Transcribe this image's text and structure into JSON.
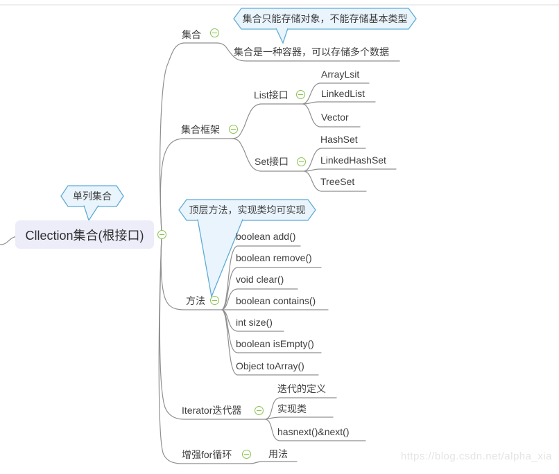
{
  "root": {
    "label": "Cllection集合(根接口)"
  },
  "callouts": {
    "storage": "集合只能存储对象，不能存储基本类型",
    "single": "单列集合",
    "top_methods": "顶层方法，实现类均可实现"
  },
  "branches": [
    {
      "label": "集合",
      "children": [
        {
          "label": "集合是一种容器，可以存储多个数据"
        }
      ]
    },
    {
      "label": "集合框架",
      "children": [
        {
          "label": "List接口",
          "children": [
            {
              "label": "ArrayLsit"
            },
            {
              "label": "LinkedList"
            },
            {
              "label": "Vector"
            }
          ]
        },
        {
          "label": "Set接口",
          "children": [
            {
              "label": "HashSet"
            },
            {
              "label": "LinkedHashSet"
            },
            {
              "label": "TreeSet"
            }
          ]
        }
      ]
    },
    {
      "label": "方法",
      "children": [
        {
          "label": "boolean add()"
        },
        {
          "label": "boolean remove()"
        },
        {
          "label": "void clear()"
        },
        {
          "label": "boolean contains()"
        },
        {
          "label": "int size()"
        },
        {
          "label": "boolean isEmpty()"
        },
        {
          "label": "Object toArray()"
        }
      ]
    },
    {
      "label": "Iterator迭代器",
      "children": [
        {
          "label": "迭代的定义"
        },
        {
          "label": "实现类"
        },
        {
          "label": "hasnext()&next()"
        }
      ]
    },
    {
      "label": "增强for循环",
      "children": [
        {
          "label": "用法"
        }
      ]
    }
  ],
  "watermark": "https://blog.csdn.net/alpha_xia",
  "colors": {
    "line": "#8f8f8f",
    "callout_border": "#5fabd6",
    "callout_fill": "#e9f4fc",
    "icon_green": "#8cc152",
    "root_bg": "#ecedf8",
    "text": "#3e3e3e"
  }
}
